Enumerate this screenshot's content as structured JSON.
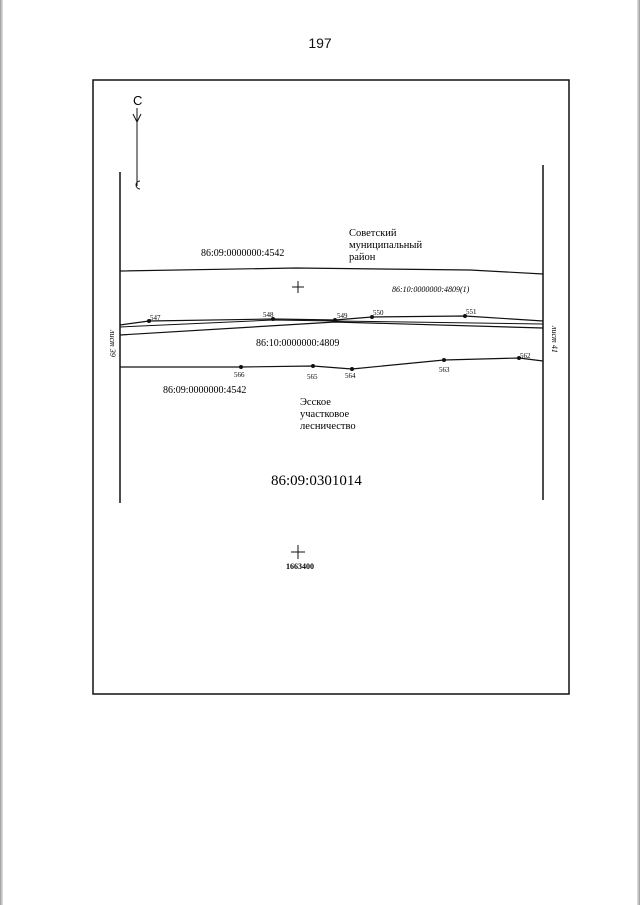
{
  "page_number": "197",
  "north_label": "С",
  "parcels": {
    "top_left": "86:09:0000000:4542",
    "strip_upper": "86:10:0000000:4809(1)",
    "strip_mid": "86:10:0000000:4809",
    "lower_left": "86:09:0000000:4542"
  },
  "areas": {
    "sovetsky": [
      "Советский",
      "муниципальный",
      "район"
    ],
    "esskoe": [
      "Эсское",
      "участковое",
      "лесничество"
    ]
  },
  "quarter_label": "86:09:0301014",
  "sheet_left": "лист 39",
  "sheet_right": "лист 41",
  "grid_label": "1663400",
  "points_upper": [
    "547",
    "548",
    "549",
    "550",
    "551"
  ],
  "points_lower": [
    "566",
    "565",
    "564",
    "563",
    "562"
  ]
}
